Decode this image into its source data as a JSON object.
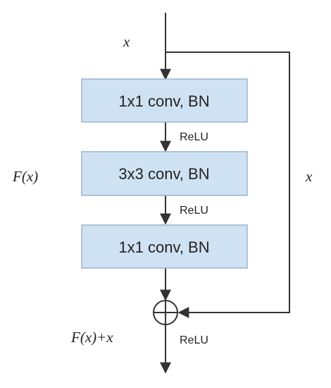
{
  "diagram": {
    "input_label": "x",
    "residual_block_label": "F(x)",
    "shortcut_label": "x",
    "output_label": "F(x)+x",
    "layers": [
      {
        "label": "1x1 conv, BN"
      },
      {
        "label": "3x3 conv, BN"
      },
      {
        "label": "1x1 conv, BN"
      }
    ],
    "activations": [
      {
        "label": "ReLU"
      },
      {
        "label": "ReLU"
      },
      {
        "label": "ReLU"
      }
    ],
    "colors": {
      "box_fill": "#cfe2f3",
      "box_stroke": "#9fb3c8",
      "line": "#333333"
    }
  }
}
